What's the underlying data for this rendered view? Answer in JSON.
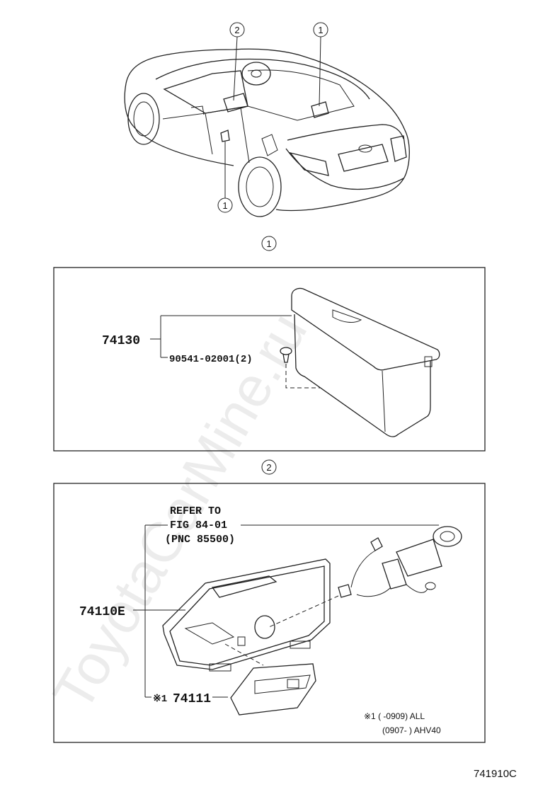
{
  "callouts": {
    "one": "1",
    "two": "2"
  },
  "section1": {
    "part_main": "74130",
    "part_clip": "90541-02001(2)"
  },
  "section2": {
    "refer_line1": "REFER TO",
    "refer_line2": "FIG 84-01",
    "refer_line3": "(PNC 85500)",
    "part_main": "74110E",
    "part_sub_mark": "※1",
    "part_sub": "74111",
    "note_line1": "※1 (    -0909) ALL",
    "note_line2": "(0907-    ) AHV40"
  },
  "figure_code": "741910C",
  "watermark": "ToyotaCarMine.ru"
}
